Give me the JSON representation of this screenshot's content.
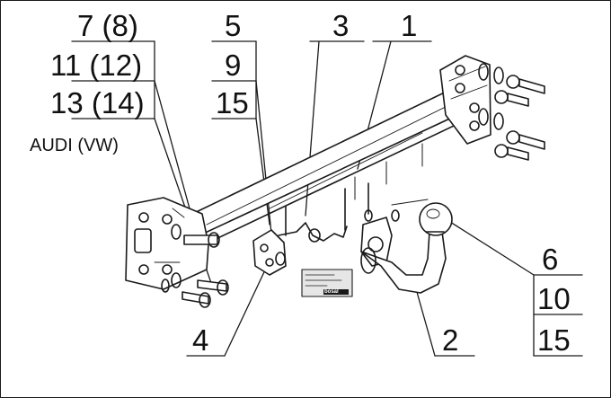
{
  "labels": {
    "ref_7_8": "7 (8)",
    "ref_11_12": "11 (12)",
    "ref_13_14": "13 (14)",
    "brand": "AUDI (VW)",
    "ref_5": "5",
    "ref_9": "9",
    "ref_15_left": "15",
    "ref_3": "3",
    "ref_1": "1",
    "ref_6": "6",
    "ref_10": "10",
    "ref_15_right": "15",
    "ref_4": "4",
    "ref_2": "2",
    "plate_brand": "bosal"
  },
  "colors": {
    "line": "#1a1a1a",
    "plate_fill": "#e6e6e6"
  }
}
